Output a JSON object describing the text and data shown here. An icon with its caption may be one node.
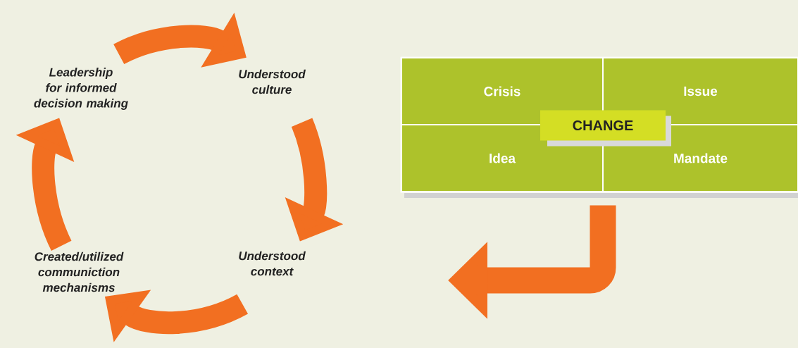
{
  "diagram": {
    "nodes": [
      {
        "text": [
          "Leadership for informed decision making"
        ]
      },
      {
        "text": [
          "Understood culture"
        ]
      },
      {
        "text": [
          "Understood context"
        ]
      },
      {
        "text": [
          "Created/utilized communiction mechanisms"
        ]
      },
      {
        "text": [],
        "shape": "box"
      },
      {
        "text": [
          "Crisis"
        ],
        "in": 4
      },
      {
        "text": [
          "Issue"
        ],
        "in": 4
      },
      {
        "text": [
          "Idea"
        ],
        "in": 4
      },
      {
        "text": [
          "Mandate"
        ],
        "in": 4
      },
      {
        "text": [
          "CHANGE"
        ],
        "in": 4
      }
    ],
    "edges": [
      {
        "from": 0,
        "to": 1,
        "arrow": "to"
      },
      {
        "from": 1,
        "to": 2,
        "arrow": "to"
      },
      {
        "from": 2,
        "to": 3,
        "arrow": "to"
      },
      {
        "from": 3,
        "to": 0,
        "arrow": "to"
      },
      {
        "from": 4,
        "to": null,
        "arrow": "to"
      }
    ]
  }
}
